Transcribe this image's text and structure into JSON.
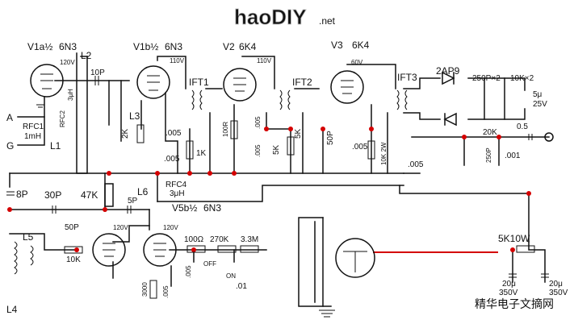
{
  "watermark": {
    "brand": "haoDIY",
    "suffix": ".net",
    "footer": "精华电子文摘网"
  },
  "tubes": [
    {
      "key": "v1a",
      "label": "V1a½",
      "type": "6N3"
    },
    {
      "key": "v1b",
      "label": "V1b½",
      "type": "6N3"
    },
    {
      "key": "v2",
      "label": "V2",
      "type": "6K4"
    },
    {
      "key": "v3",
      "label": "V3",
      "type": "6K4"
    },
    {
      "key": "v5b",
      "label": "V5b½",
      "type": "6N3"
    }
  ],
  "voltages": {
    "v1a": "120V",
    "v1b": "110V",
    "v2": "110V",
    "v3": "60V",
    "osc1": "120V",
    "osc2": "120V"
  },
  "labels": {
    "L2": "L2",
    "L1": "L1",
    "L3": "L3",
    "L6": "L6",
    "L5": "L5",
    "L4": "L4",
    "ift1": "IFT1",
    "ift2": "IFT2",
    "ift3": "IFT3",
    "diode": "2AP9",
    "rfc1": "RFC1",
    "rfc1_val": "1mH",
    "rfc2": "RFC2",
    "rfc2_val": "3μH",
    "rfc4": "RFC4",
    "rfc4_val": "3μH",
    "inA": "A",
    "inG": "G"
  },
  "components": {
    "c10p": "10P",
    "r2k": "2K",
    "c005a": ".005",
    "c005b": ".005",
    "r1k": "1K",
    "r100r": "100R",
    "c005c": ".005",
    "c005d": ".005",
    "r5k": "5K",
    "r5ka": "5K",
    "c50pa": "50P",
    "c005e": ".005",
    "r10k2w": "10K 2W",
    "c005f": ".005",
    "c250p2": "250P×2",
    "r10k2": "10K×2",
    "c5u": "5μ",
    "v25": "25V",
    "r20k": "20K",
    "c250p": "250P",
    "c001": ".001",
    "c05": "0.5",
    "c8p": "8P",
    "c30p": "30P",
    "r47k": "47K",
    "c5p": "5P",
    "c50pb": "50P",
    "r10kb": "10K",
    "r100": "100Ω",
    "r270k": "270K",
    "r33m": "3.3M",
    "off": "OFF",
    "on": "ON",
    "c005g": ".005",
    "c01": ".01",
    "r3000": "3000",
    "c005h": ".005",
    "r5k10w": "5K10W",
    "c20ua": "20μ",
    "v350a": "350V",
    "c20ub": "20μ",
    "v350b": "350V"
  }
}
